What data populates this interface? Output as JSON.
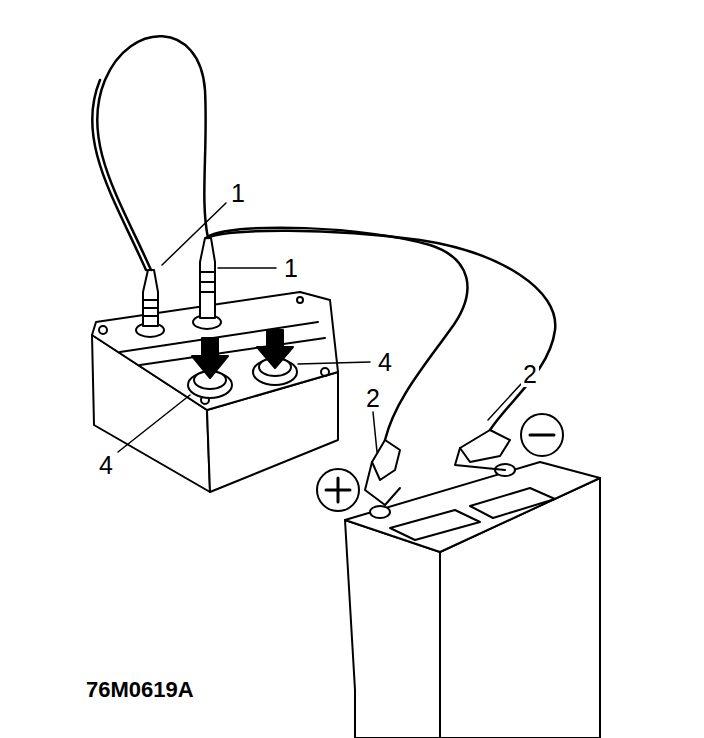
{
  "diagram": {
    "labels": [
      "1",
      "1",
      "4",
      "4",
      "2",
      "2",
      "76M0619A"
    ]
  }
}
